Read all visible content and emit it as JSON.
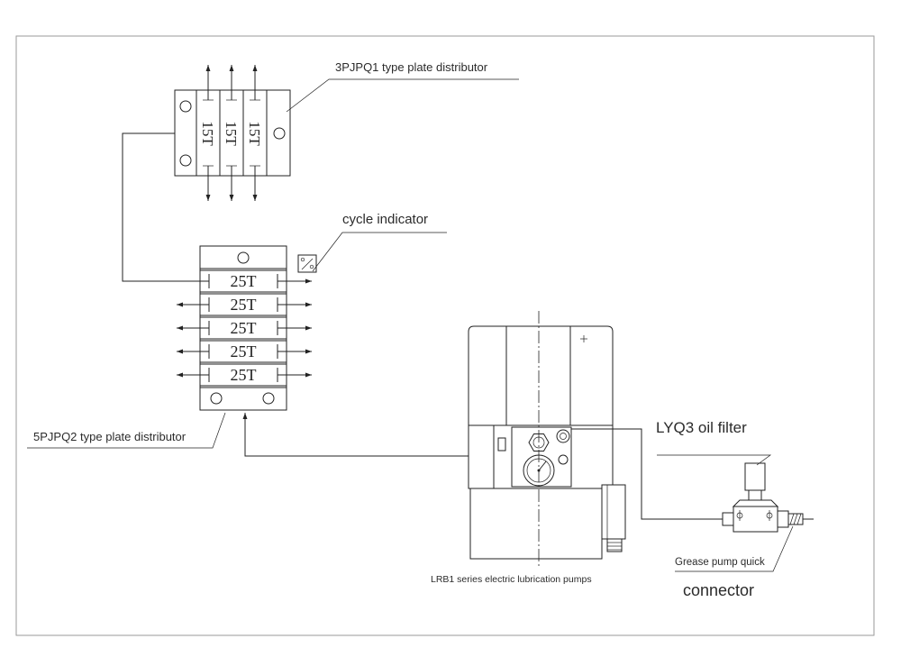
{
  "colors": {
    "line": "#222222",
    "frame": "#9a9a9a",
    "text": "#2b2b2b",
    "background": "#ffffff"
  },
  "labels": {
    "top_distributor": "3PJPQ1 type plate distributor",
    "cycle_indicator": "cycle indicator",
    "bottom_distributor": "5PJPQ2 type plate distributor",
    "oil_filter": "LYQ3 oil filter",
    "quick_connector_line1": "Grease pump quick",
    "quick_connector_line2": "connector",
    "pump": "LRB1 series electric lubrication pumps"
  },
  "top_distributor": {
    "sections": [
      "15T",
      "15T",
      "15T"
    ]
  },
  "bottom_distributor": {
    "sections": [
      "25T",
      "25T",
      "25T",
      "25T",
      "25T"
    ]
  }
}
